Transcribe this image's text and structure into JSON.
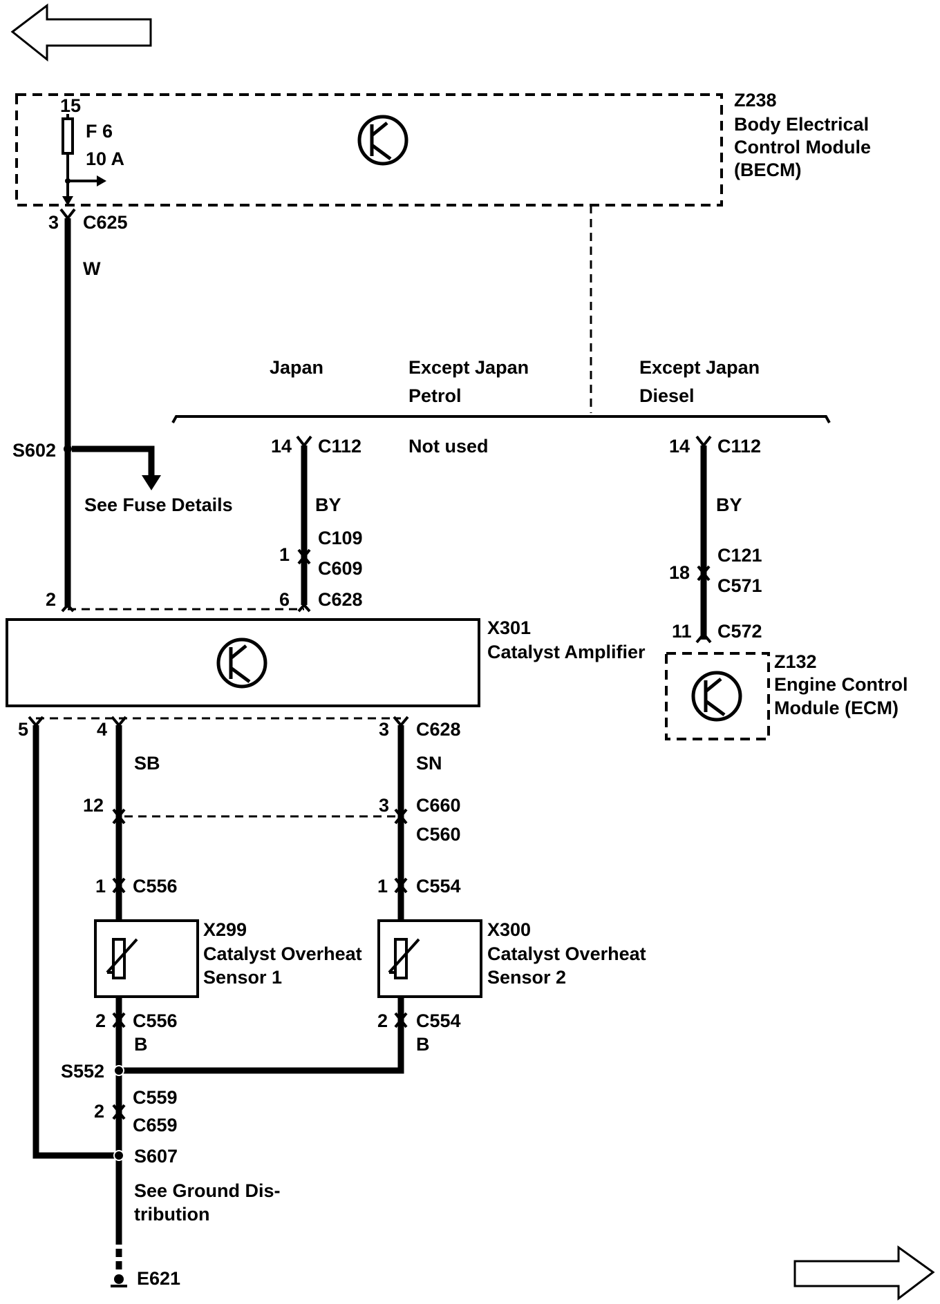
{
  "navigation": {
    "back_arrow": "left-arrow",
    "forward_arrow": "right-arrow"
  },
  "modules": {
    "becm": {
      "id": "Z238",
      "name_line1": "Body Electrical",
      "name_line2": "Control Module",
      "name_line3": "(BECM)"
    },
    "amplifier": {
      "id": "X301",
      "name": "Catalyst Amplifier"
    },
    "ecm": {
      "id": "Z132",
      "name_line1": "Engine Control",
      "name_line2": "Module (ECM)"
    },
    "sensor1": {
      "id": "X299",
      "name_line1": "Catalyst Overheat",
      "name_line2": "Sensor 1"
    },
    "sensor2": {
      "id": "X300",
      "name_line1": "Catalyst Overheat",
      "name_line2": "Sensor 2"
    }
  },
  "fuse": {
    "circuit": "15",
    "name": "F 6",
    "rating": "10 A"
  },
  "variants": {
    "japan": "Japan",
    "except_japan_petrol_l1": "Except Japan",
    "except_japan_petrol_l2": "Petrol",
    "except_japan_diesel_l1": "Except Japan",
    "except_japan_diesel_l2": "Diesel",
    "not_used": "Not used"
  },
  "connectors": {
    "c625_pin": "3",
    "c625": "C625",
    "c112a_pin": "14",
    "c112a": "C112",
    "c112b_pin": "14",
    "c112b": "C112",
    "c109": "C109",
    "c609_pin": "1",
    "c609": "C609",
    "c628a_pin": "6",
    "c628a": "C628",
    "amp_pin2": "2",
    "c121": "C121",
    "c571_pin": "18",
    "c571": "C571",
    "c572_pin": "11",
    "c572": "C572",
    "amp_pin5": "5",
    "amp_pin4": "4",
    "c628b_pin": "3",
    "c628b": "C628",
    "c660_pin_l": "12",
    "c660_pin_r": "3",
    "c660": "C660",
    "c560": "C560",
    "c556a_pin": "1",
    "c556a": "C556",
    "c554a_pin": "1",
    "c554a": "C554",
    "c556b_pin": "2",
    "c556b": "C556",
    "c554b_pin": "2",
    "c554b": "C554",
    "c559": "C559",
    "c659_pin": "2",
    "c659": "C659"
  },
  "wires": {
    "w": "W",
    "by1": "BY",
    "by2": "BY",
    "sb": "SB",
    "sn": "SN",
    "b1": "B",
    "b2": "B"
  },
  "splices": {
    "s602": "S602",
    "s552": "S552",
    "s607": "S607"
  },
  "notes": {
    "fuse_details": "See Fuse Details",
    "ground_l1": "See Ground Dis-",
    "ground_l2": "tribution"
  },
  "ground": {
    "id": "E621"
  }
}
